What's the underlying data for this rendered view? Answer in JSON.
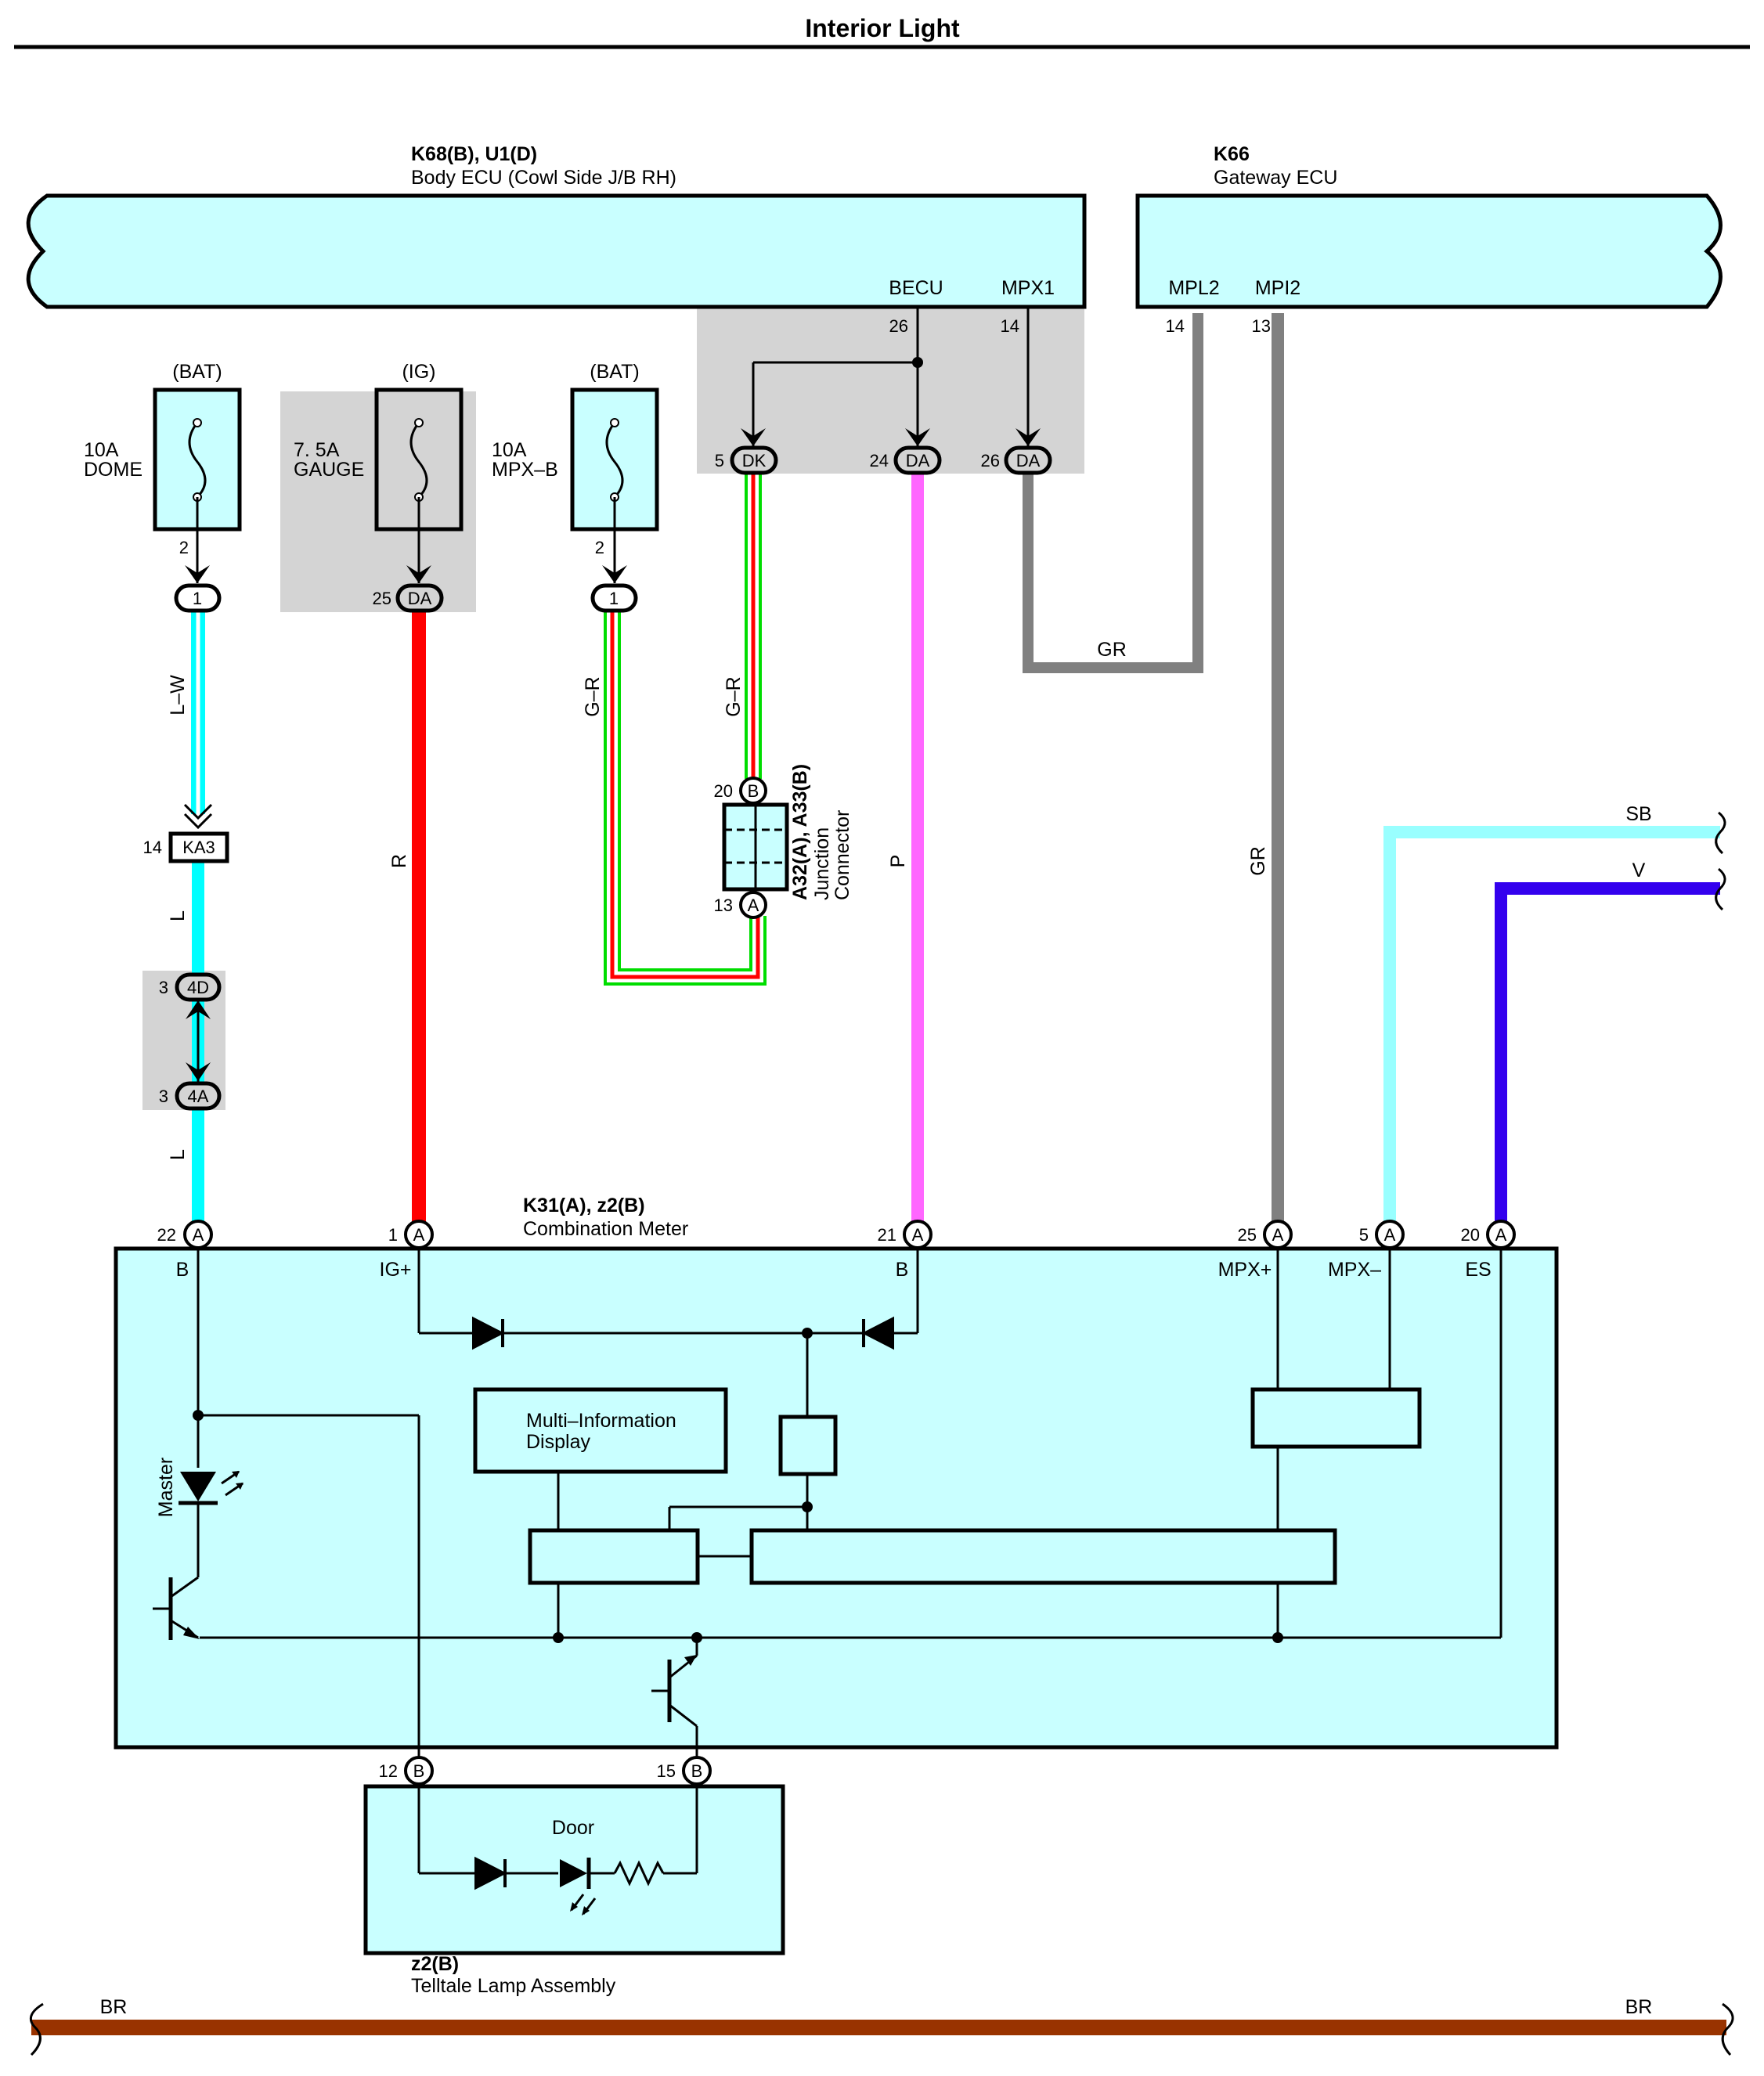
{
  "title": "Interior Light",
  "body_ecu": {
    "code": "K68(B), U1(D)",
    "name": "Body ECU (Cowl Side J/B RH)",
    "terminals": {
      "becu": "BECU",
      "mpx1": "MPX1"
    },
    "pins": {
      "becu": "26",
      "mpx1": "14"
    }
  },
  "gateway_ecu": {
    "code": "K66",
    "name": "Gateway ECU",
    "terminals": {
      "mpl2": "MPL2",
      "mpi2": "MPI2"
    },
    "pins": {
      "mpl2": "14",
      "mpi2": "13"
    }
  },
  "fuses": {
    "dome": {
      "source": "(BAT)",
      "rating": "10A",
      "name": "DOME",
      "out_pin": "2"
    },
    "gauge": {
      "source": "(IG)",
      "rating": "7. 5A",
      "name": "GAUGE"
    },
    "mpxb": {
      "source": "(BAT)",
      "rating": "10A",
      "name": "MPX–B",
      "out_pin": "2"
    }
  },
  "connectors": {
    "c1a": "1",
    "c1b": "1",
    "gauge_da": {
      "pin": "25",
      "label": "DA"
    },
    "dk": {
      "pin": "5",
      "label": "DK"
    },
    "da24": {
      "pin": "24",
      "label": "DA"
    },
    "da26": {
      "pin": "26",
      "label": "DA"
    },
    "ka3": {
      "pin": "14",
      "label": "KA3"
    },
    "c4d": {
      "pin": "3",
      "label": "4D"
    },
    "c4a": {
      "pin": "3",
      "label": "4A"
    }
  },
  "junction": {
    "code": "A32(A), A33(B)",
    "line1": "Junction",
    "line2": "Connector",
    "top": {
      "pin": "20",
      "label": "B"
    },
    "bottom": {
      "pin": "13",
      "label": "A"
    }
  },
  "wires": {
    "lw": "L–W",
    "l1": "L",
    "l2": "L",
    "r": "R",
    "gr1": "G–R",
    "gr2": "G–R",
    "p": "P",
    "gr_h": "GR",
    "gr_v": "GR",
    "sb": "SB",
    "v": "V",
    "br_left": "BR",
    "br_right": "BR"
  },
  "colors": {
    "lw": "#00ffff",
    "l": "#00ffff",
    "r": "#ff0000",
    "g": "#00dd00",
    "r_stripe": "#ff0000",
    "p": "#ff66ff",
    "gr": "#808080",
    "sb": "#99ffff",
    "v": "#3300ee",
    "br": "#993300",
    "box": "#c9ffff",
    "shade": "#d4d4d4"
  },
  "meter": {
    "code": "K31(A), z2(B)",
    "name": "Combination Meter",
    "pins": [
      {
        "num": "22",
        "conn": "A",
        "term": "B"
      },
      {
        "num": "1",
        "conn": "A",
        "term": "IG+"
      },
      {
        "num": "21",
        "conn": "A",
        "term": "B"
      },
      {
        "num": "25",
        "conn": "A",
        "term": "MPX+"
      },
      {
        "num": "5",
        "conn": "A",
        "term": "MPX–"
      },
      {
        "num": "20",
        "conn": "A",
        "term": "ES"
      }
    ],
    "bottom_pins": [
      {
        "num": "12",
        "conn": "B"
      },
      {
        "num": "15",
        "conn": "B"
      }
    ],
    "mid_line1": "Multi–Information",
    "mid_line2": "Display",
    "master": "Master"
  },
  "telltale": {
    "code": "z2(B)",
    "name": "Telltale Lamp Assembly",
    "door": "Door"
  }
}
